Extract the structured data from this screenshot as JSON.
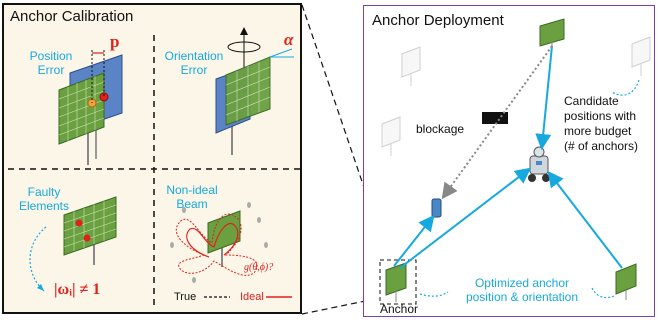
{
  "calibration": {
    "title": "Anchor Calibration",
    "position_error": {
      "line1": "Position",
      "line2": "Error",
      "symbol": "p"
    },
    "orientation_error": {
      "line1": "Orientation",
      "line2": "Error",
      "symbol": "α"
    },
    "faulty_elements": {
      "line1": "Faulty",
      "line2": "Elements",
      "formula": "|ωᵢ| ≠ 1"
    },
    "non_ideal_beam": {
      "line1": "Non-ideal",
      "line2": "Beam",
      "gain": "g(θ,ϕ)?",
      "true_label": "True",
      "ideal_label": "Ideal"
    }
  },
  "deployment": {
    "title": "Anchor Deployment",
    "blockage": "blockage",
    "candidate": [
      "Candidate",
      "positions with",
      "more budget",
      "(# of anchors)"
    ],
    "optimized": [
      "Optimized anchor",
      "position & orientation"
    ],
    "anchor": "Anchor"
  },
  "colors": {
    "cyan": "#16a9e0",
    "green": "#5d9b3a",
    "blue": "#5b84c6",
    "red": "#e0221c",
    "purple": "#7a3fb0"
  }
}
